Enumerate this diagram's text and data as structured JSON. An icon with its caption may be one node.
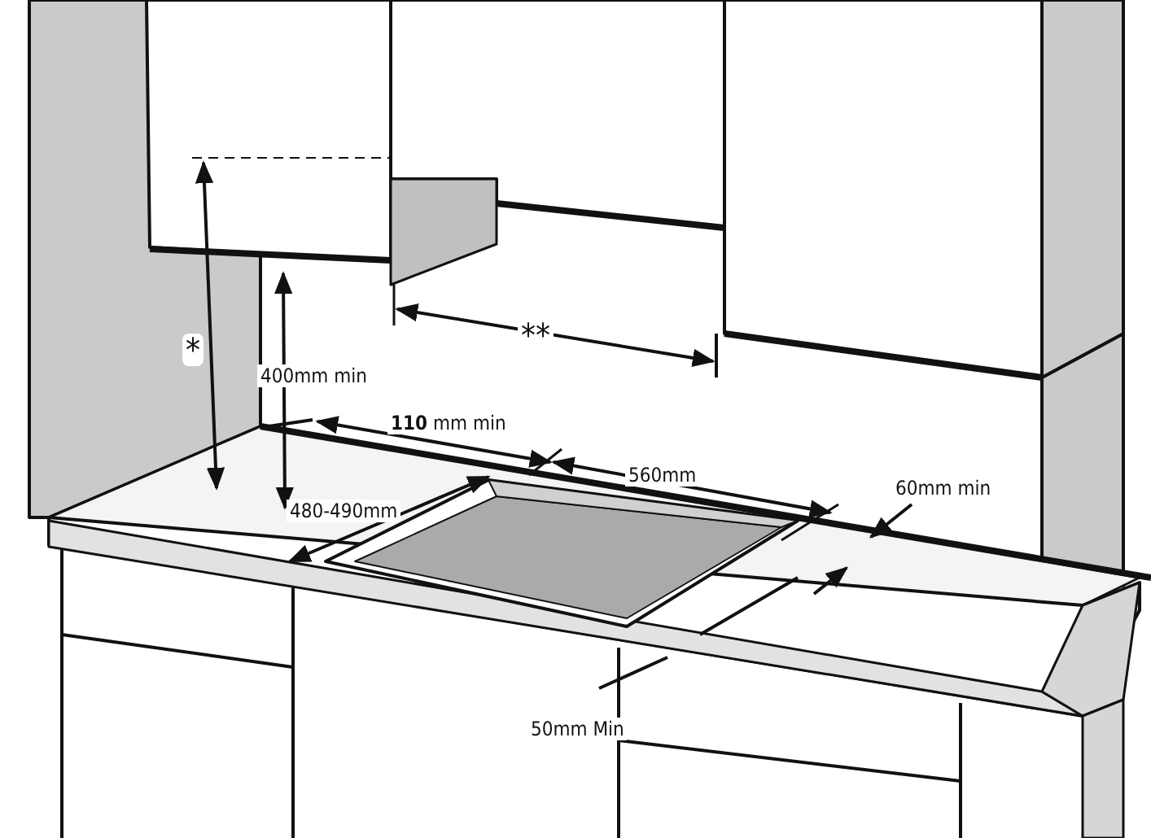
{
  "diagram": {
    "labels": [
      "**",
      "*",
      "400mm min",
      "**110** mm min",
      "560mm",
      "60mm min",
      "480-490mm",
      "50mm Min"
    ]
  }
}
